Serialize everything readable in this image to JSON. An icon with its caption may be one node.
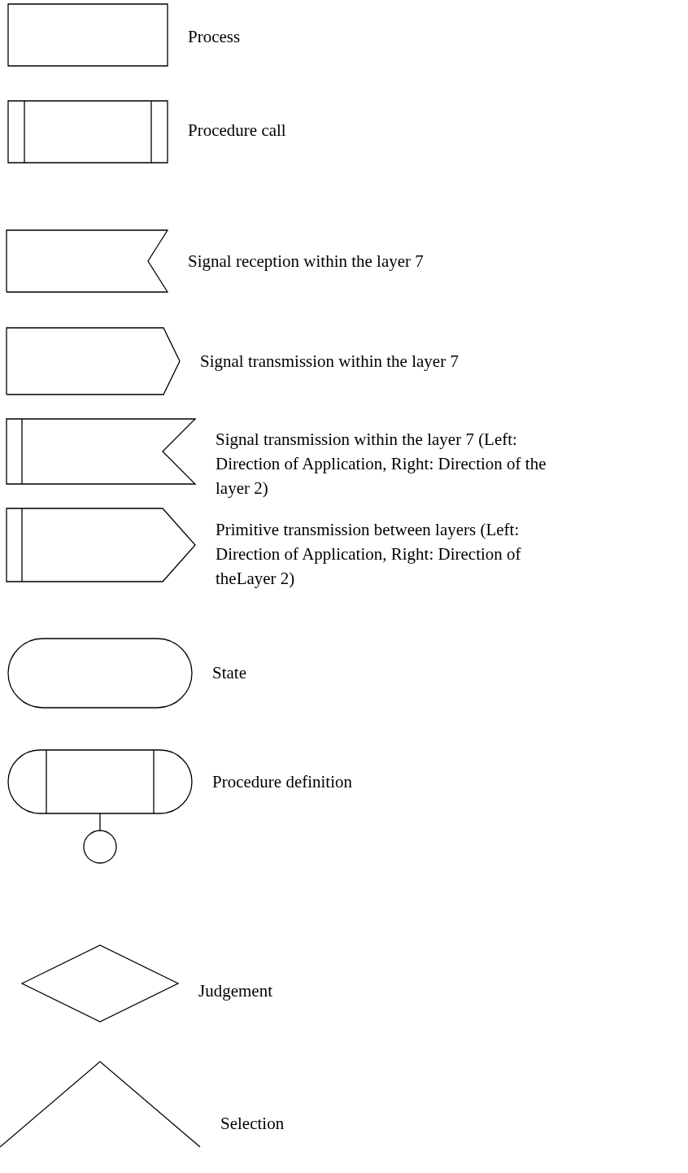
{
  "diagram": {
    "nodes": [
      {
        "text": [],
        "shape": "box",
        "beside": [
          "Process"
        ]
      },
      {
        "text": [],
        "shape": "box",
        "beside": [
          "Procedure call"
        ]
      },
      {
        "text": [],
        "shape": "flag",
        "beside": [
          "Signal reception within the layer 7"
        ]
      },
      {
        "text": [],
        "shape": "pentagon",
        "beside": [
          "Signal transmission within the layer 7"
        ]
      },
      {
        "text": [],
        "shape": "flag",
        "beside": [
          "Signal transmission within the layer 7 (Left: Direction of Application, Right: Direction of the layer 2)"
        ]
      },
      {
        "text": [],
        "shape": "pentagon",
        "beside": [
          "Primitive transmission between layers (Left: Direction of Application, Right: Direction of theLayer 2)"
        ]
      },
      {
        "text": [],
        "shape": "stadium",
        "beside": [
          "State"
        ]
      },
      {
        "text": [],
        "shape": "stadium",
        "beside": [
          "Procedure definition"
        ]
      },
      {
        "text": [],
        "shape": "circle"
      },
      {
        "text": [],
        "shape": "diamond",
        "beside": [
          "Judgement"
        ]
      },
      {
        "text": [],
        "shape": "triangle",
        "beside": [
          "Selection"
        ]
      }
    ],
    "edges": [
      {
        "from": 7,
        "to": 8,
        "arrow": "none"
      }
    ]
  }
}
